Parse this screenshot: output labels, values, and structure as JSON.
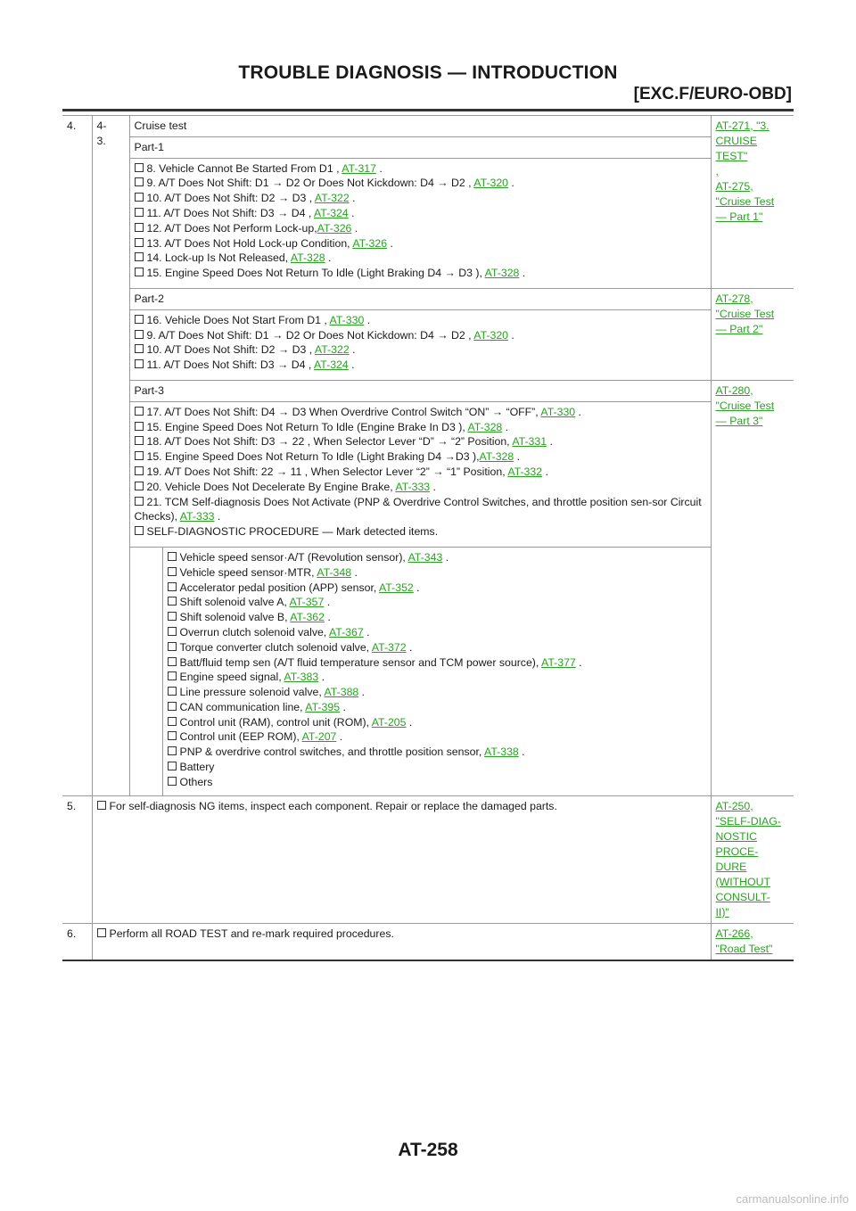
{
  "header": {
    "title": "TROUBLE DIAGNOSIS — INTRODUCTION",
    "subtitle": "[EXC.F/EURO-OBD]"
  },
  "footer": {
    "page_number": "AT-258",
    "watermark": "carmanualsonline.info"
  },
  "rows": {
    "step4": {
      "num": "4.",
      "sub": "4-\n3.",
      "title": "Cruise test",
      "ref1": [
        "AT-271, \"3.",
        "CRUISE",
        "TEST\"",
        ",",
        "AT-275,",
        "\"Cruise Test",
        "— Part 1\""
      ],
      "part1": {
        "label": "Part-1",
        "items": [
          {
            "t": "8. Vehicle Cannot Be Started From D1 , ",
            "l": "AT-317",
            "e": " ."
          },
          {
            "t": "9. A/T Does Not Shift: D1 → D2 Or Does Not Kickdown: D4 → D2 , ",
            "l": "AT-320",
            "e": " ."
          },
          {
            "t": "10. A/T Does Not Shift: D2 → D3 , ",
            "l": "AT-322",
            "e": " ."
          },
          {
            "t": "11. A/T Does Not Shift: D3 → D4 , ",
            "l": "AT-324",
            "e": " ."
          },
          {
            "t": "12. A/T Does Not Perform Lock-up,",
            "l": "AT-326",
            "e": " ."
          },
          {
            "t": "13. A/T Does Not Hold Lock-up Condition, ",
            "l": "AT-326",
            "e": " ."
          },
          {
            "t": "14. Lock-up Is Not Released, ",
            "l": "AT-328",
            "e": " ."
          },
          {
            "t": "15. Engine Speed Does Not Return To Idle (Light Braking D4 → D3 ), ",
            "l": "AT-328",
            "e": " ."
          }
        ]
      },
      "part2": {
        "label": "Part-2",
        "ref": [
          "AT-278,",
          "\"Cruise Test",
          "— Part 2\""
        ],
        "items": [
          {
            "t": "16. Vehicle Does Not Start From D1 , ",
            "l": "AT-330",
            "e": " ."
          },
          {
            "t": "9. A/T Does Not Shift: D1 → D2 Or Does Not Kickdown: D4 → D2 , ",
            "l": "AT-320",
            "e": " ."
          },
          {
            "t": "10. A/T Does Not Shift: D2 → D3 , ",
            "l": "AT-322",
            "e": " ."
          },
          {
            "t": "11. A/T Does Not Shift: D3 → D4 , ",
            "l": "AT-324",
            "e": " ."
          }
        ]
      },
      "part3": {
        "label": "Part-3",
        "ref": [
          "AT-280,",
          "\"Cruise Test",
          "— Part 3\""
        ],
        "items": [
          {
            "t": "17. A/T Does Not Shift: D4 → D3 When Overdrive Control Switch “ON” → “OFF”, ",
            "l": "AT-330",
            "e": " ."
          },
          {
            "t": "15. Engine Speed Does Not Return To Idle (Engine Brake In D3 ), ",
            "l": "AT-328",
            "e": " ."
          },
          {
            "t": "18. A/T Does Not Shift: D3 → 22 , When Selector Lever “D” → “2” Position, ",
            "l": "AT-331",
            "e": " ."
          },
          {
            "t": "15. Engine Speed Does Not Return To Idle (Light Braking D4 →D3 ),",
            "l": "AT-328",
            "e": " ."
          },
          {
            "t": "19. A/T Does Not Shift: 22 → 11 , When Selector Lever “2” → “1” Position, ",
            "l": "AT-332",
            "e": " ."
          },
          {
            "t": "20. Vehicle Does Not Decelerate By Engine Brake, ",
            "l": "AT-333",
            "e": " ."
          },
          {
            "t": "21. TCM Self-diagnosis Does Not Activate (PNP & Overdrive Control Switches, and throttle position sen-sor Circuit Checks), ",
            "l": "AT-333",
            "e": " ."
          },
          {
            "t": "SELF-DIAGNOSTIC PROCEDURE — Mark detected items.",
            "l": "",
            "e": ""
          }
        ],
        "sub_items": [
          {
            "t": "Vehicle speed sensor·A/T (Revolution sensor), ",
            "l": "AT-343",
            "e": " ."
          },
          {
            "t": "Vehicle speed sensor·MTR, ",
            "l": "AT-348",
            "e": " ."
          },
          {
            "t": "Accelerator pedal position (APP) sensor, ",
            "l": "AT-352",
            "e": " ."
          },
          {
            "t": "Shift solenoid valve A, ",
            "l": "AT-357",
            "e": " ."
          },
          {
            "t": "Shift solenoid valve B, ",
            "l": "AT-362",
            "e": " ."
          },
          {
            "t": "Overrun clutch solenoid valve, ",
            "l": "AT-367",
            "e": " ."
          },
          {
            "t": "Torque converter clutch solenoid valve, ",
            "l": "AT-372",
            "e": " ."
          },
          {
            "t": "Batt/fluid temp sen (A/T fluid temperature sensor and TCM power source), ",
            "l": "AT-377",
            "e": " ."
          },
          {
            "t": "Engine speed signal, ",
            "l": "AT-383",
            "e": " ."
          },
          {
            "t": "Line pressure solenoid valve, ",
            "l": "AT-388",
            "e": " ."
          },
          {
            "t": "CAN communication line, ",
            "l": "AT-395",
            "e": " ."
          },
          {
            "t": "Control unit (RAM), control unit (ROM), ",
            "l": "AT-205",
            "e": " ."
          },
          {
            "t": "Control unit (EEP ROM), ",
            "l": "AT-207",
            "e": " ."
          },
          {
            "t": "PNP & overdrive control switches, and throttle position sensor, ",
            "l": "AT-338",
            "e": " ."
          },
          {
            "t": "Battery",
            "l": "",
            "e": ""
          },
          {
            "t": "Others",
            "l": "",
            "e": ""
          }
        ]
      }
    },
    "step5": {
      "num": "5.",
      "text": "For self-diagnosis NG items, inspect each component. Repair or replace the damaged parts.",
      "ref": [
        "AT-250,",
        "\"SELF-DIAG-",
        "NOSTIC",
        "PROCE-",
        "DURE",
        "(WITHOUT",
        "CONSULT-",
        "II)\""
      ]
    },
    "step6": {
      "num": "6.",
      "text": "Perform all ROAD TEST and re-mark required procedures.",
      "ref": [
        "AT-266,",
        "\"Road Test\""
      ]
    }
  }
}
